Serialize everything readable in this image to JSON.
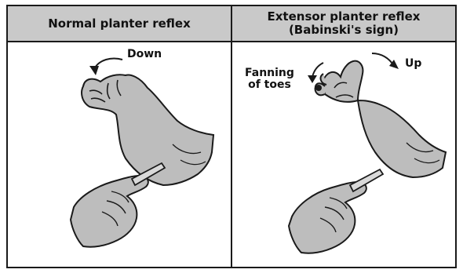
{
  "panels": {
    "left": {
      "title": "Normal planter reflex",
      "direction_label": "Down"
    },
    "right": {
      "title_line1": "Extensor planter reflex",
      "title_line2": "(Babinski's sign)",
      "direction_label": "Up",
      "toes_label_line1": "Fanning",
      "toes_label_line2": "of toes"
    }
  },
  "colors": {
    "skin_fill": "#bdbdbd",
    "header_fill": "#c9c9c9",
    "line": "#1a1a1a"
  }
}
